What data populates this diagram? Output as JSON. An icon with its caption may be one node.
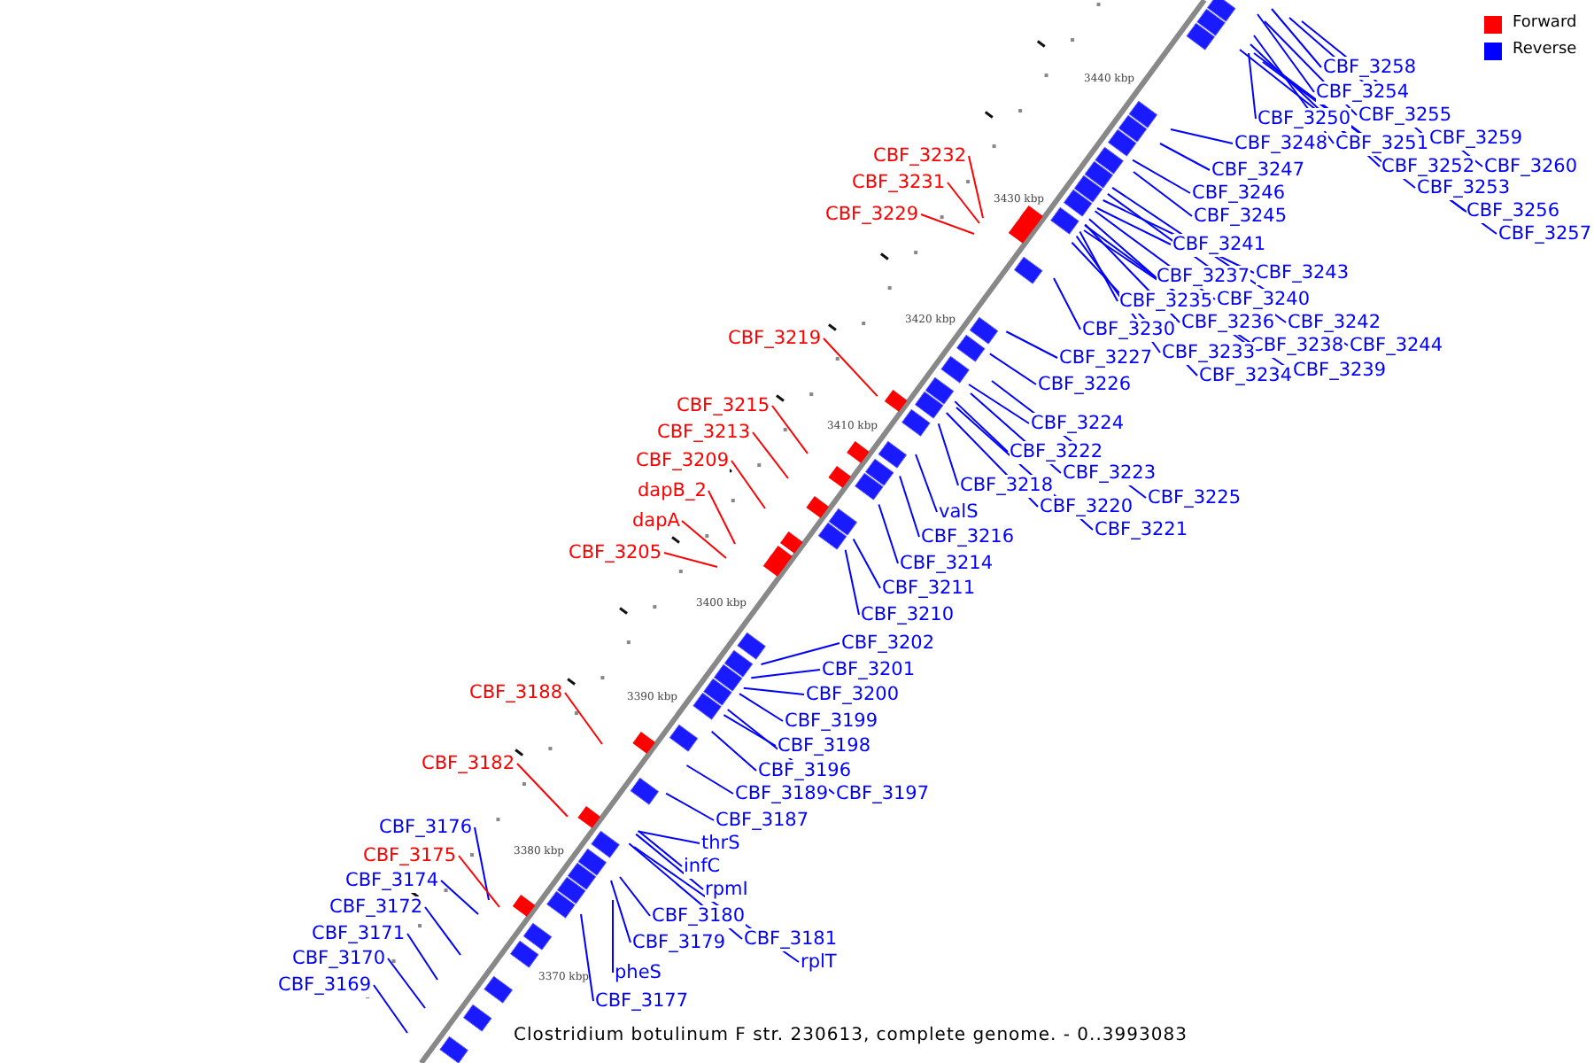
{
  "diagram": {
    "caption": "Clostridium botulinum F str. 230613, complete genome. - 0..3993083",
    "nodes": [
      {
        "text": [
          "CBF_3258"
        ]
      },
      {
        "text": [
          "CBF_3254"
        ]
      },
      {
        "text": [
          "CBF_3255"
        ]
      },
      {
        "text": [
          "CBF_3250"
        ]
      },
      {
        "text": [
          "CBF_3259"
        ]
      },
      {
        "text": [
          "CBF_3248"
        ]
      },
      {
        "text": [
          "CBF_3251"
        ]
      },
      {
        "text": [
          "CBF_3247"
        ]
      },
      {
        "text": [
          "CBF_3252"
        ]
      },
      {
        "text": [
          "CBF_3260"
        ]
      },
      {
        "text": [
          "CBF_3246"
        ]
      },
      {
        "text": [
          "CBF_3253"
        ]
      },
      {
        "text": [
          "CBF_3245"
        ]
      },
      {
        "text": [
          "CBF_3256"
        ]
      },
      {
        "text": [
          "CBF_3257"
        ]
      },
      {
        "text": [
          "CBF_3241"
        ]
      },
      {
        "text": [
          "CBF_3237"
        ]
      },
      {
        "text": [
          "CBF_3243"
        ]
      },
      {
        "text": [
          "CBF_3235"
        ]
      },
      {
        "text": [
          "CBF_3240"
        ]
      },
      {
        "text": [
          "CBF_3236"
        ]
      },
      {
        "text": [
          "CBF_3242"
        ]
      },
      {
        "text": [
          "CBF_3230"
        ]
      },
      {
        "text": [
          "CBF_3238"
        ]
      },
      {
        "text": [
          "CBF_3244"
        ]
      },
      {
        "text": [
          "CBF_3233"
        ]
      },
      {
        "text": [
          "CBF_3227"
        ]
      },
      {
        "text": [
          "CBF_3239"
        ]
      },
      {
        "text": [
          "CBF_3234"
        ]
      },
      {
        "text": [
          "CBF_3226"
        ]
      },
      {
        "text": [
          "CBF_3224"
        ]
      },
      {
        "text": [
          "CBF_3222"
        ]
      },
      {
        "text": [
          "CBF_3223"
        ]
      },
      {
        "text": [
          "CBF_3218"
        ]
      },
      {
        "text": [
          "CBF_3225"
        ]
      },
      {
        "text": [
          "CBF_3220"
        ]
      },
      {
        "text": [
          "valS"
        ]
      },
      {
        "text": [
          "CBF_3221"
        ]
      },
      {
        "text": [
          "CBF_3216"
        ]
      },
      {
        "text": [
          "CBF_3214"
        ]
      },
      {
        "text": [
          "CBF_3211"
        ]
      },
      {
        "text": [
          "CBF_3210"
        ]
      },
      {
        "text": [
          "CBF_3202"
        ]
      },
      {
        "text": [
          "CBF_3201"
        ]
      },
      {
        "text": [
          "CBF_3200"
        ]
      },
      {
        "text": [
          "CBF_3199"
        ]
      },
      {
        "text": [
          "CBF_3198"
        ]
      },
      {
        "text": [
          "CBF_3196"
        ]
      },
      {
        "text": [
          "CBF_3189"
        ]
      },
      {
        "text": [
          "CBF_3197"
        ]
      },
      {
        "text": [
          "CBF_3187"
        ]
      },
      {
        "text": [
          "thrS"
        ]
      },
      {
        "text": [
          "infC"
        ]
      },
      {
        "text": [
          "rpmI"
        ]
      },
      {
        "text": [
          "CBF_3180"
        ]
      },
      {
        "text": [
          "CBF_3181"
        ]
      },
      {
        "text": [
          "CBF_3179"
        ]
      },
      {
        "text": [
          "rplT"
        ]
      },
      {
        "text": [
          "pheS"
        ]
      },
      {
        "text": [
          "CBF_3177"
        ]
      },
      {
        "text": [
          "CBF_3176"
        ]
      },
      {
        "text": [
          "CBF_3174"
        ]
      },
      {
        "text": [
          "CBF_3172"
        ]
      },
      {
        "text": [
          "CBF_3171"
        ]
      },
      {
        "text": [
          "CBF_3170"
        ]
      },
      {
        "text": [
          "CBF_3169"
        ]
      },
      {
        "text": [
          "CBF_3232"
        ]
      },
      {
        "text": [
          "CBF_3231"
        ]
      },
      {
        "text": [
          "CBF_3229"
        ]
      },
      {
        "text": [
          "CBF_3219"
        ]
      },
      {
        "text": [
          "CBF_3215"
        ]
      },
      {
        "text": [
          "CBF_3213"
        ]
      },
      {
        "text": [
          "CBF_3209"
        ]
      },
      {
        "text": [
          "dapB_2"
        ]
      },
      {
        "text": [
          "dapA"
        ]
      },
      {
        "text": [
          "CBF_3205"
        ]
      },
      {
        "text": [
          "CBF_3188"
        ]
      },
      {
        "text": [
          "CBF_3182"
        ]
      },
      {
        "text": [
          "CBF_3175"
        ]
      }
    ],
    "edges": [
      {
        "from": 0,
        "to": null,
        "arrow": "none"
      },
      {
        "from": 1,
        "to": null,
        "arrow": "none"
      },
      {
        "from": 2,
        "to": null,
        "arrow": "none"
      },
      {
        "from": 3,
        "to": null,
        "arrow": "none"
      },
      {
        "from": 4,
        "to": null,
        "arrow": "none"
      },
      {
        "from": 5,
        "to": null,
        "arrow": "none"
      },
      {
        "from": 6,
        "to": null,
        "arrow": "none"
      },
      {
        "from": 7,
        "to": null,
        "arrow": "none"
      },
      {
        "from": 8,
        "to": null,
        "arrow": "none"
      },
      {
        "from": 9,
        "to": null,
        "arrow": "none"
      },
      {
        "from": 10,
        "to": null,
        "arrow": "none"
      },
      {
        "from": 11,
        "to": null,
        "arrow": "none"
      },
      {
        "from": 12,
        "to": null,
        "arrow": "none"
      },
      {
        "from": 13,
        "to": null,
        "arrow": "none"
      },
      {
        "from": 14,
        "to": null,
        "arrow": "none"
      },
      {
        "from": 15,
        "to": null,
        "arrow": "none"
      },
      {
        "from": 16,
        "to": null,
        "arrow": "none"
      },
      {
        "from": 17,
        "to": null,
        "arrow": "none"
      },
      {
        "from": 18,
        "to": null,
        "arrow": "none"
      },
      {
        "from": 19,
        "to": null,
        "arrow": "none"
      },
      {
        "from": 20,
        "to": null,
        "arrow": "none"
      },
      {
        "from": 21,
        "to": null,
        "arrow": "none"
      },
      {
        "from": 22,
        "to": null,
        "arrow": "none"
      },
      {
        "from": 23,
        "to": null,
        "arrow": "none"
      },
      {
        "from": 24,
        "to": null,
        "arrow": "none"
      },
      {
        "from": 25,
        "to": null,
        "arrow": "none"
      },
      {
        "from": 26,
        "to": null,
        "arrow": "none"
      },
      {
        "from": 27,
        "to": null,
        "arrow": "none"
      },
      {
        "from": 28,
        "to": null,
        "arrow": "none"
      },
      {
        "from": 29,
        "to": null,
        "arrow": "none"
      },
      {
        "from": 30,
        "to": null,
        "arrow": "none"
      },
      {
        "from": 31,
        "to": null,
        "arrow": "none"
      },
      {
        "from": 32,
        "to": null,
        "arrow": "none"
      },
      {
        "from": 33,
        "to": null,
        "arrow": "none"
      },
      {
        "from": 34,
        "to": null,
        "arrow": "none"
      },
      {
        "from": 35,
        "to": null,
        "arrow": "none"
      },
      {
        "from": 36,
        "to": null,
        "arrow": "none"
      },
      {
        "from": 37,
        "to": null,
        "arrow": "none"
      },
      {
        "from": 38,
        "to": null,
        "arrow": "none"
      },
      {
        "from": 39,
        "to": null,
        "arrow": "none"
      },
      {
        "from": 40,
        "to": null,
        "arrow": "none"
      },
      {
        "from": 41,
        "to": null,
        "arrow": "none"
      },
      {
        "from": 42,
        "to": null,
        "arrow": "none"
      },
      {
        "from": 43,
        "to": null,
        "arrow": "none"
      },
      {
        "from": 44,
        "to": null,
        "arrow": "none"
      },
      {
        "from": 45,
        "to": null,
        "arrow": "none"
      },
      {
        "from": 46,
        "to": null,
        "arrow": "none"
      },
      {
        "from": 47,
        "to": null,
        "arrow": "none"
      },
      {
        "from": 48,
        "to": null,
        "arrow": "none"
      },
      {
        "from": 49,
        "to": null,
        "arrow": "none"
      },
      {
        "from": 50,
        "to": null,
        "arrow": "none"
      },
      {
        "from": 51,
        "to": null,
        "arrow": "none"
      },
      {
        "from": 52,
        "to": null,
        "arrow": "none"
      },
      {
        "from": 53,
        "to": null,
        "arrow": "none"
      },
      {
        "from": 54,
        "to": null,
        "arrow": "none"
      },
      {
        "from": 55,
        "to": null,
        "arrow": "none"
      },
      {
        "from": 56,
        "to": null,
        "arrow": "none"
      },
      {
        "from": 57,
        "to": null,
        "arrow": "none"
      },
      {
        "from": 58,
        "to": null,
        "arrow": "none"
      },
      {
        "from": 59,
        "to": null,
        "arrow": "none"
      },
      {
        "from": 60,
        "to": null,
        "arrow": "none"
      },
      {
        "from": 61,
        "to": null,
        "arrow": "none"
      },
      {
        "from": 62,
        "to": null,
        "arrow": "none"
      },
      {
        "from": 63,
        "to": null,
        "arrow": "none"
      },
      {
        "from": 64,
        "to": null,
        "arrow": "none"
      },
      {
        "from": 65,
        "to": null,
        "arrow": "none"
      },
      {
        "from": 66,
        "to": null,
        "arrow": "none",
        "color": "#ff0000"
      },
      {
        "from": 67,
        "to": null,
        "arrow": "none",
        "color": "#ff0000"
      },
      {
        "from": 68,
        "to": null,
        "arrow": "none",
        "color": "#ff0000"
      },
      {
        "from": 69,
        "to": null,
        "arrow": "none",
        "color": "#ff0000"
      },
      {
        "from": 70,
        "to": null,
        "arrow": "none",
        "color": "#ff0000"
      },
      {
        "from": 71,
        "to": null,
        "arrow": "none",
        "color": "#ff0000"
      },
      {
        "from": 72,
        "to": null,
        "arrow": "none",
        "color": "#ff0000"
      },
      {
        "from": 73,
        "to": null,
        "arrow": "none",
        "color": "#ff0000"
      },
      {
        "from": 74,
        "to": null,
        "arrow": "none",
        "color": "#ff0000"
      },
      {
        "from": 75,
        "to": null,
        "arrow": "none",
        "color": "#ff0000"
      },
      {
        "from": 76,
        "to": null,
        "arrow": "none",
        "color": "#ff0000"
      },
      {
        "from": 77,
        "to": null,
        "arrow": "none",
        "color": "#ff0000"
      },
      {
        "from": 78,
        "to": null,
        "arrow": "none",
        "color": "#ff0000"
      }
    ],
    "labels": [
      "3440 kbp",
      "3430 kbp",
      "3420 kbp",
      "3410 kbp",
      "3400 kbp",
      "3390 kbp",
      "3380 kbp",
      "3370 kbp"
    ],
    "legend": [
      {
        "text": "Forward",
        "color": "#ff0000"
      },
      {
        "text": "Reverse",
        "color": "#0000ff"
      }
    ]
  }
}
